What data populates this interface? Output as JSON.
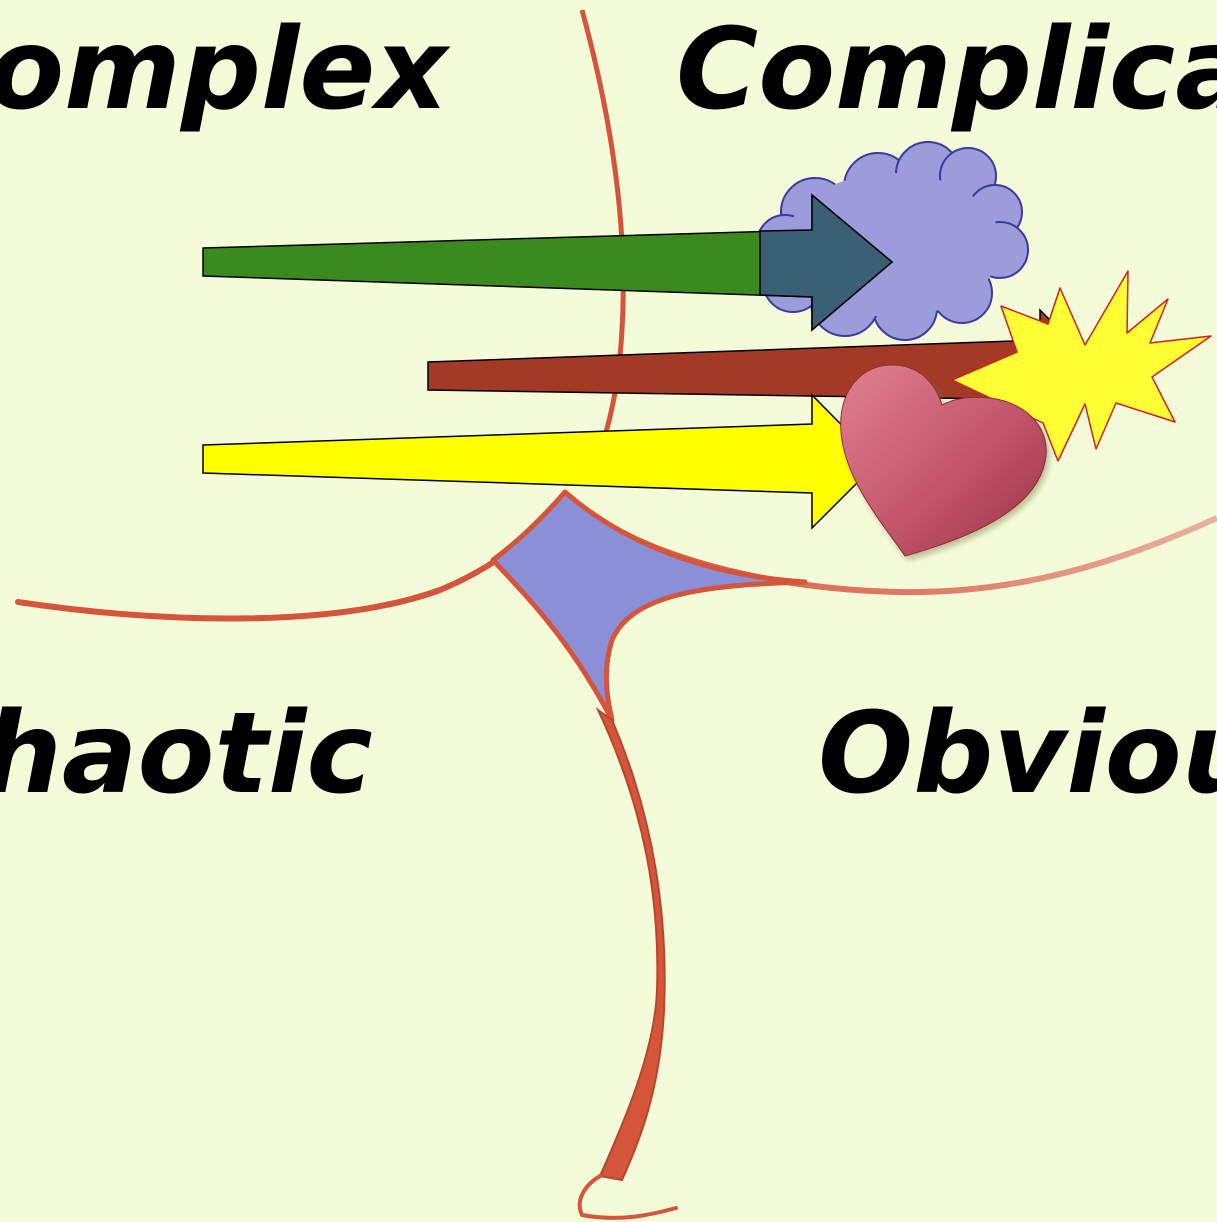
{
  "domains": {
    "complex": "Complex",
    "complicated": "Complicated",
    "chaotic": "Chaotic",
    "obvious": "Obvious"
  },
  "colors": {
    "background": "#f3fbd9",
    "boundary_line": "#d4553a",
    "disorder_region": "#8b8fd8",
    "arrow_green": "#3a8a1f",
    "arrow_brown": "#a33a26",
    "arrow_yellow": "#ffff00",
    "cloud": "#9a9dd9",
    "starburst": "#ffff33",
    "heart": "#c4566a"
  },
  "shapes": {
    "arrows": [
      "green-arrow",
      "brown-arrow",
      "yellow-arrow"
    ],
    "icons": [
      "cloud-icon",
      "starburst-icon",
      "heart-icon"
    ]
  }
}
